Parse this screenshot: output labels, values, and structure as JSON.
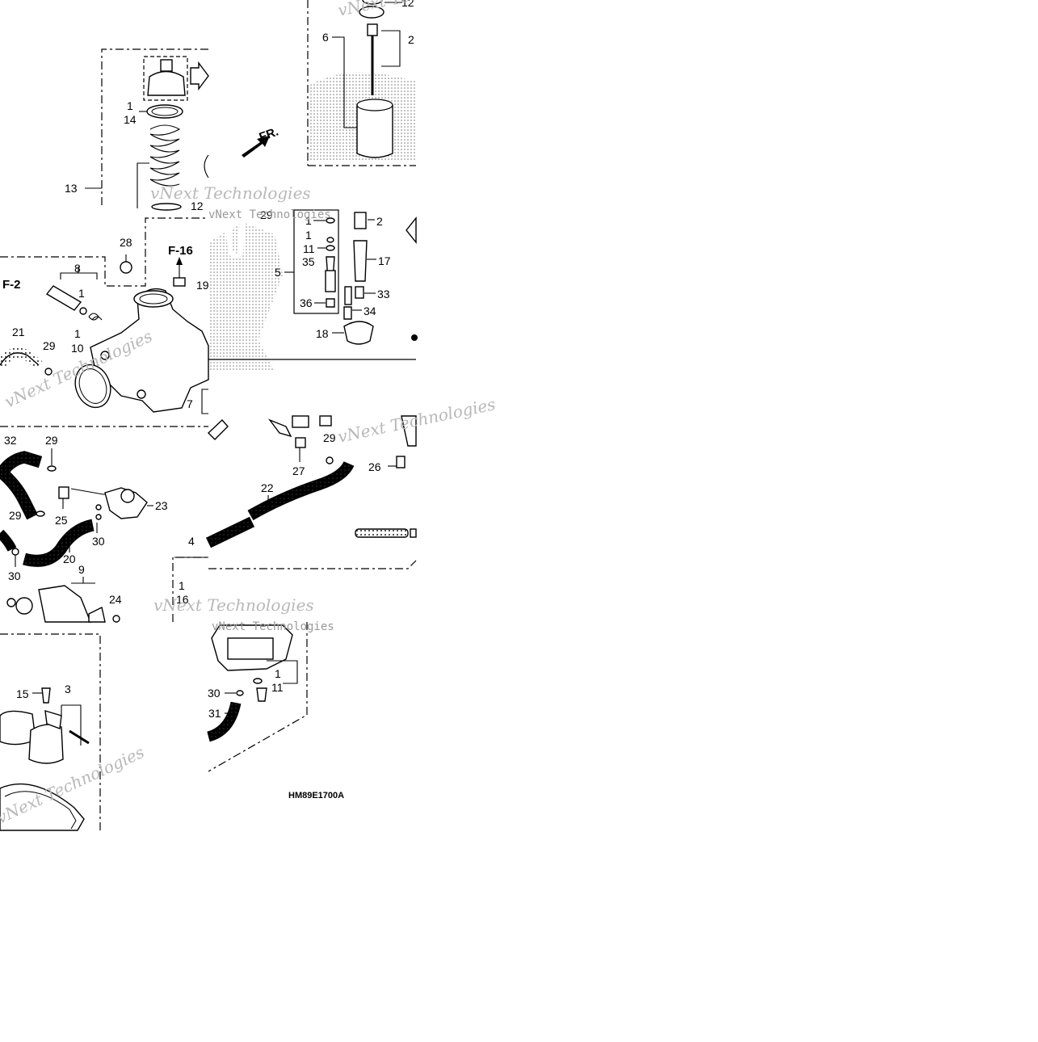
{
  "diagram": {
    "callouts": [
      "1",
      "2",
      "3",
      "4",
      "5",
      "6",
      "7",
      "8",
      "9",
      "10",
      "11",
      "12",
      "13",
      "14",
      "15",
      "16",
      "17",
      "18",
      "19",
      "20",
      "21",
      "22",
      "23",
      "24",
      "25",
      "26",
      "27",
      "28",
      "29",
      "30",
      "31",
      "32",
      "33",
      "34",
      "35",
      "36"
    ],
    "section_refs": [
      "F-2",
      "F-16"
    ],
    "direction_label": "FR.",
    "drawing_code": "HM89E1700A",
    "watermark_text": "vNext Technologies"
  }
}
